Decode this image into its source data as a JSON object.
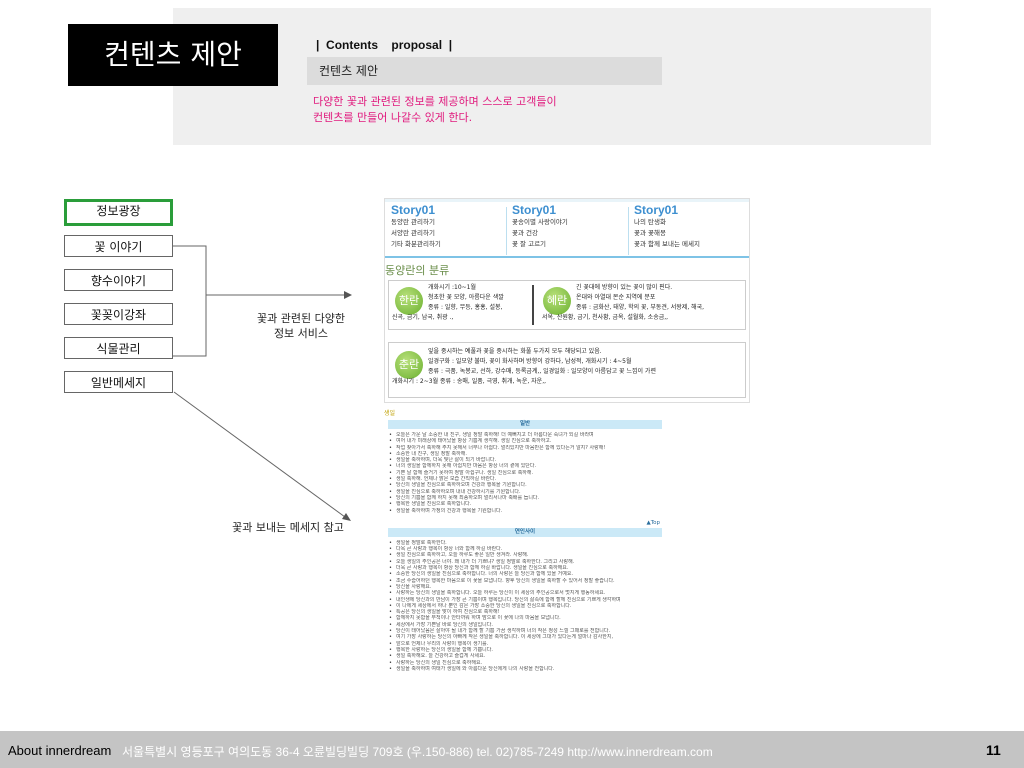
{
  "header": {
    "title": "컨텐츠 제안",
    "section_tag": "|  Contents    proposal  |",
    "subtitle": "컨텐츠 제안",
    "description_lines": [
      "다양한 꽃과 관련된 정보를 제공하며 스스로 고객들이",
      "컨텐츠를 만들어 나갈수 있게 한다."
    ]
  },
  "menu": [
    {
      "label": "정보광장",
      "active": true
    },
    {
      "label": "꽃 이야기",
      "active": false
    },
    {
      "label": "향수이야기",
      "active": false
    },
    {
      "label": "꽃꽂이강좌",
      "active": false
    },
    {
      "label": "식물관리",
      "active": false
    },
    {
      "label": "일반메세지",
      "active": false
    }
  ],
  "annotations": {
    "info_service": [
      "꽃과 관련된 다양한",
      "정보 서비스"
    ],
    "message_ref": "꽃과 보내는 메세지 참고"
  },
  "screenshot1": {
    "stories": [
      {
        "heading": "Story01",
        "items": [
          "동양란 관리하기",
          "서양란 관리하기",
          "기타 화분관리하기"
        ]
      },
      {
        "heading": "Story01",
        "items": [
          "꽃송이별 사랑이야기",
          "꽃과 건강",
          "꽃 잘 고르기"
        ]
      },
      {
        "heading": "Story01",
        "items": [
          "나의 탄생화",
          "꽃과 꽃해몽",
          "꽃과 함께 보내는 메세지"
        ]
      }
    ],
    "classification_title": "동양란의 분류",
    "orchids": [
      {
        "badge": "한란",
        "lines": [
          "개화시기 :10~1월",
          "청초한 꽃 모양, 아름다운 색깔",
          "종류 : 일향, 무등, 홍홍, 설봉,",
          "신곡, 금기, 남국, 취광 .,"
        ]
      },
      {
        "badge": "혜란",
        "lines": [
          "긴 꽃대에 방향이 있는 꽃이 많이 핀다.",
          "온대와 아열대 몬순 지역에 분포",
          "종류 : 금화산, 태양, 학의 꽃, 부동견, 서왕제, 해국,",
          "서옥, 산원황, 금기, 천사황, 금옥, 설월화, 소송금,,"
        ]
      },
      {
        "badge": "춘란",
        "lines": [
          "잎을 중시하는 예풀과 꽃을 중시하는 화풀 두가지 모두 해당되고 있음.",
          "일경구화 : 일모양 불따, 꽃이 화사하며 방향이 강하다, 남성적, 개화시기 : 4~5월",
          "종류 : 극품, 녹봉교, 선하, 강수매, 등록금계,, 일경일화 : 일모양이 아름답고 꽃 느낌이 가련",
          "개화시기 : 2~3월 종류 : 송매, 일품, 극영, 취개, 녹운, 자운,,"
        ]
      }
    ]
  },
  "screenshot2": {
    "heading": "생일",
    "section1": "일반",
    "section1_lines": [
      "오늘은 가운 날 소중한 내 친구, 생일 정말 축하해! 더 예뻐지고 더 아름다운 숙녀가 되길 바라며",
      "여어 내가 미래상에 태어났을 항상 기쁨계 생각해. 생일 진심으로 축하하고.",
      "작업 찾아가서 축하해 주지 못해서 너무나 아쉽다. 멀리있지만 마음만은 함께 있다는거 알지? 사랑해!",
      "소중한 내 친구, 생일 정말 축하해.",
      "생일을 축하하며, 더욱 빛난 삶이 되기 바랍니다.",
      "너의 생일을 함께하지 못해 아쉽지만 마음은 항상 너의 곁에 있단다.",
      "기쁜 날 함께 즐거기 못하여 정말 아쉽구나. 생일 진심으로 축하해.",
      "생일 축하해. 언제나 밝은 모습 간직하길 바란다.",
      "당신의 생일을 진심으로 축하하오며 건강과 행복을 기원합니다.",
      "생일을 진심으로 축하하오며 내내 건강하시기를 기원합니다.",
      "당신의 기쁨을 함께 하지 못해 죄송하오며 멀리서나마 축배를 듭니다.",
      "행복한 생일을 진심으로 축하합니다.",
      "생일을 축하하며 가정의 건강과 행복을 기원합니다."
    ],
    "top_link": "▲Top",
    "section2": "연인사이",
    "section2_lines": [
      "생일을 정말로 축하한다.",
      "다옥 큰 사랑과 행복이 항상 너와 함께 하길 바란다.",
      "생일 진심으로 축하하고, 오늘 하루도 좋은 일만 생겨라. 사랑해.",
      "오늘 생일의 주인공은 너야. 왜 내가 더 기쁘냐? 생일 정말로 축하한다. 그리고 사랑해.",
      "더욱 큰 사랑과 행복이 항상 당신과 함께 하길 바랍니다. 생일을 진심으로 축하해요.",
      "소중한 당신의 생일을 진심으로 축하합니다. 너의 사랑은 늘 당신과 함께 있을 거예요.",
      "조금 수줍어하던 행복한 마음으로 이 꽃을 보냅니다. 향후 당신의 생일을 축하할 수 있어서 정말 좋습니다.",
      "당신을 사랑해요.",
      "사랑하는 당신의 생일을 축하합니다. 오늘 하루는 당신이 이 세상의 주인공으로서 멋지게 행동하세요.",
      "내인생에 당신과의 만남이 가장 큰 기쁨이며 행복입니다. 당신의 삶속에 함께 할께 진심으로 기쁘게 생각하며",
      "이 나에게 세상에서 하나 뿐인 감은 가장 소중한 당신의 생일을 진심으로 축하합니다.",
      "특공은 당신의 생일을 맞이 하여 진심으로 축하해!",
      "함께하지 못함을 무척이나 안타까워 하며 맘으로 이 꽃에 나의 마음을 보냅니다.",
      "세상에서 가장 기쁜날 바로 당신의 생일입니다.",
      "당신이 태어났음은 살아야 될 내가 함께 할 기쁨 가끔 생각하며 너의 작은 정성 느낄 그때로를 전합니다.",
      "여기 가장 사랑하는 당신의 아빠께 작은 생일을 축하합니다. 이 세상에 그대가 있다는게 얼마나 감사한지,",
      "앞으로 언제나 우리의 사랑이 행복이 생기를.",
      "행복한 사랑하는 당신의 생일을 함께 기쁩니다.",
      "생일 축하해요. 늘 건강하고 즐겁게 사세요.",
      "사랑하는 당신의 생일 진심으로 축하해요.",
      "생일을 축하하며 여태가 생일에 와 아름다운 당신에게 나의 사랑을 전합니다."
    ]
  },
  "footer": {
    "about": "About innerdream",
    "address": "서울특별시 영등포구 여의도동 36-4 오륜빌딩빌딩 709호 (우.150-886)  tel. 02)785-7249   http://www.innerdream.com",
    "page": "11"
  },
  "colors": {
    "accent_pink": "#e0197d",
    "active_green": "#2a9d3a",
    "story_blue": "#3d8fd0",
    "footer_gray": "#c4c4c4"
  }
}
